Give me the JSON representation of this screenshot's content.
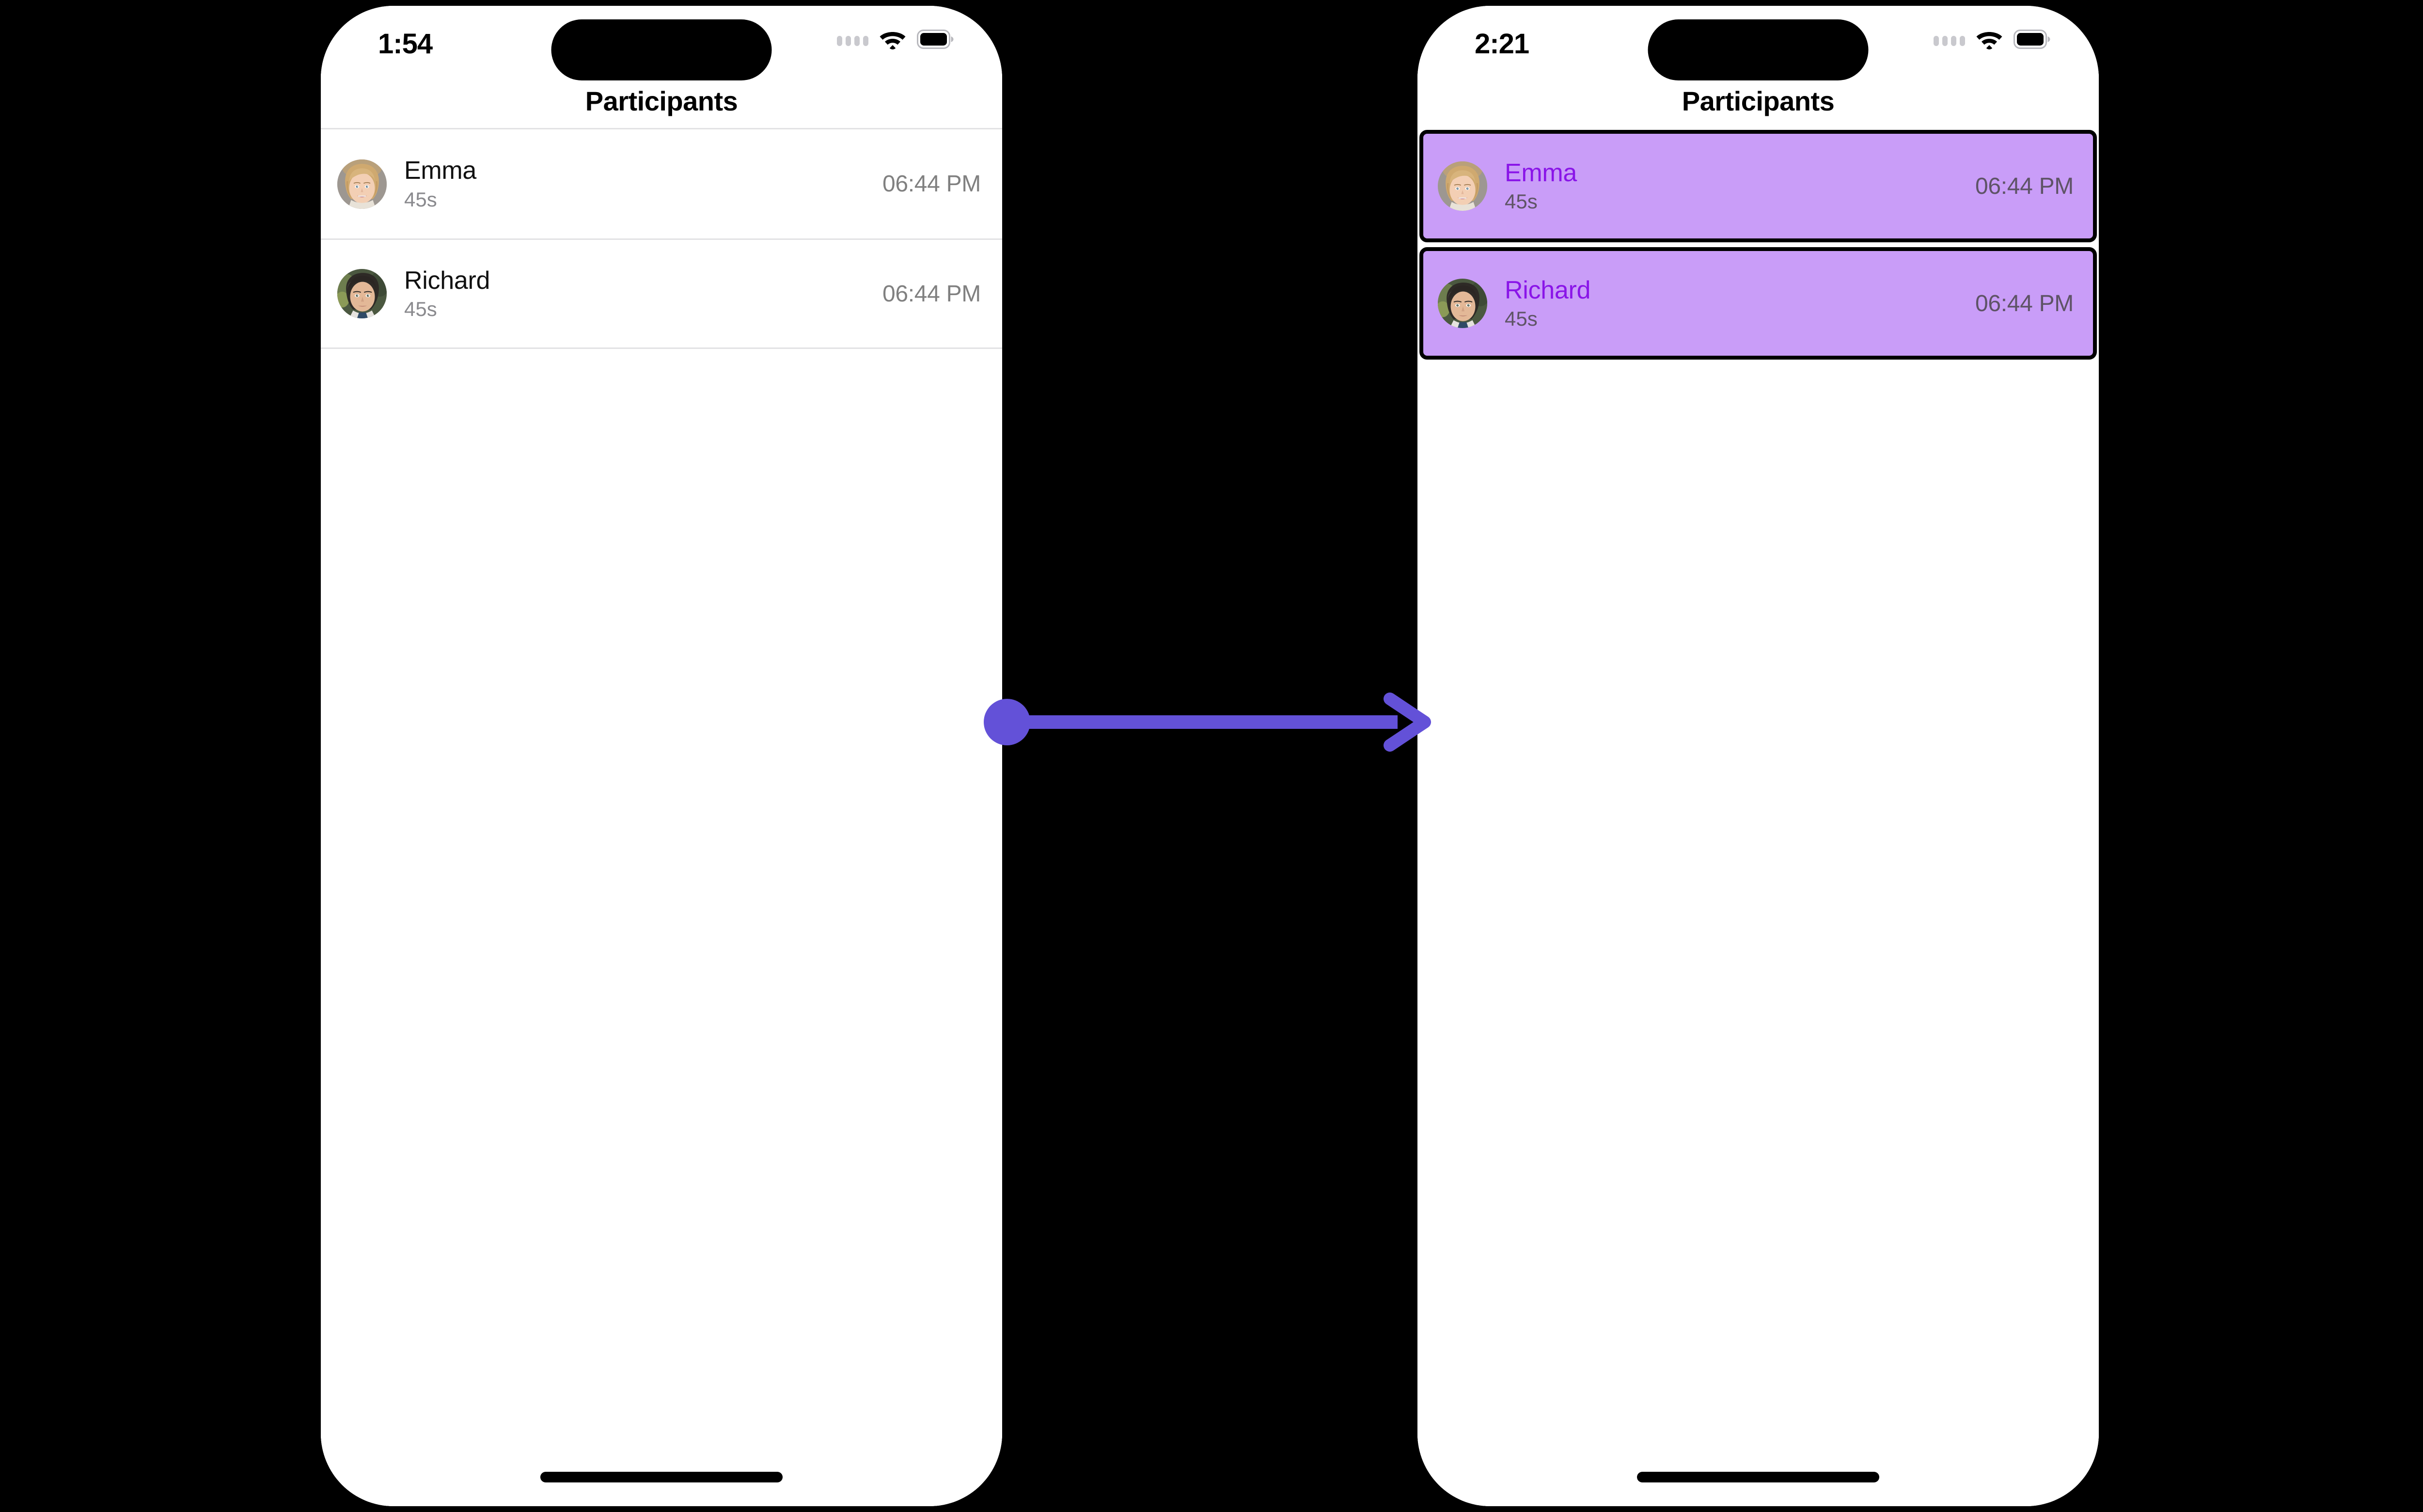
{
  "colors": {
    "background": "#000000",
    "phone_body": "#ffffff",
    "highlight_fill": "#c99df8",
    "highlight_border": "#000000",
    "highlight_name_text": "#8a15e8",
    "arrow": "#6351d8",
    "separator": "#e2e2e4",
    "timestamp_plain": "#808080",
    "timestamp_highlight": "#5e5366",
    "title_text": "#000000"
  },
  "annotation": {
    "type": "arrow",
    "direction": "right",
    "start_marker": "dot",
    "end_marker": "chevron",
    "color": "#6351d8"
  },
  "screens": [
    {
      "id": "before",
      "position": "left",
      "status_bar": {
        "time": "1:54",
        "signal_icon": "signal-dots-icon",
        "wifi_icon": "wifi-icon",
        "battery_icon": "battery-icon"
      },
      "navbar": {
        "title": "Participants"
      },
      "list_style": "plain",
      "rows": [
        {
          "name": "Emma",
          "subtitle": "45s",
          "time": "06:44 PM",
          "avatar": "emma-avatar",
          "selected": false
        },
        {
          "name": "Richard",
          "subtitle": "45s",
          "time": "06:44 PM",
          "avatar": "richard-avatar",
          "selected": false
        }
      ],
      "home_indicator": true
    },
    {
      "id": "after",
      "position": "right",
      "status_bar": {
        "time": "2:21",
        "signal_icon": "signal-dots-icon",
        "wifi_icon": "wifi-icon",
        "battery_icon": "battery-icon"
      },
      "navbar": {
        "title": "Participants"
      },
      "list_style": "highlight",
      "rows": [
        {
          "name": "Emma",
          "subtitle": "45s",
          "time": "06:44 PM",
          "avatar": "emma-avatar",
          "selected": true
        },
        {
          "name": "Richard",
          "subtitle": "45s",
          "time": "06:44 PM",
          "avatar": "richard-avatar",
          "selected": true
        }
      ],
      "home_indicator": true
    }
  ]
}
